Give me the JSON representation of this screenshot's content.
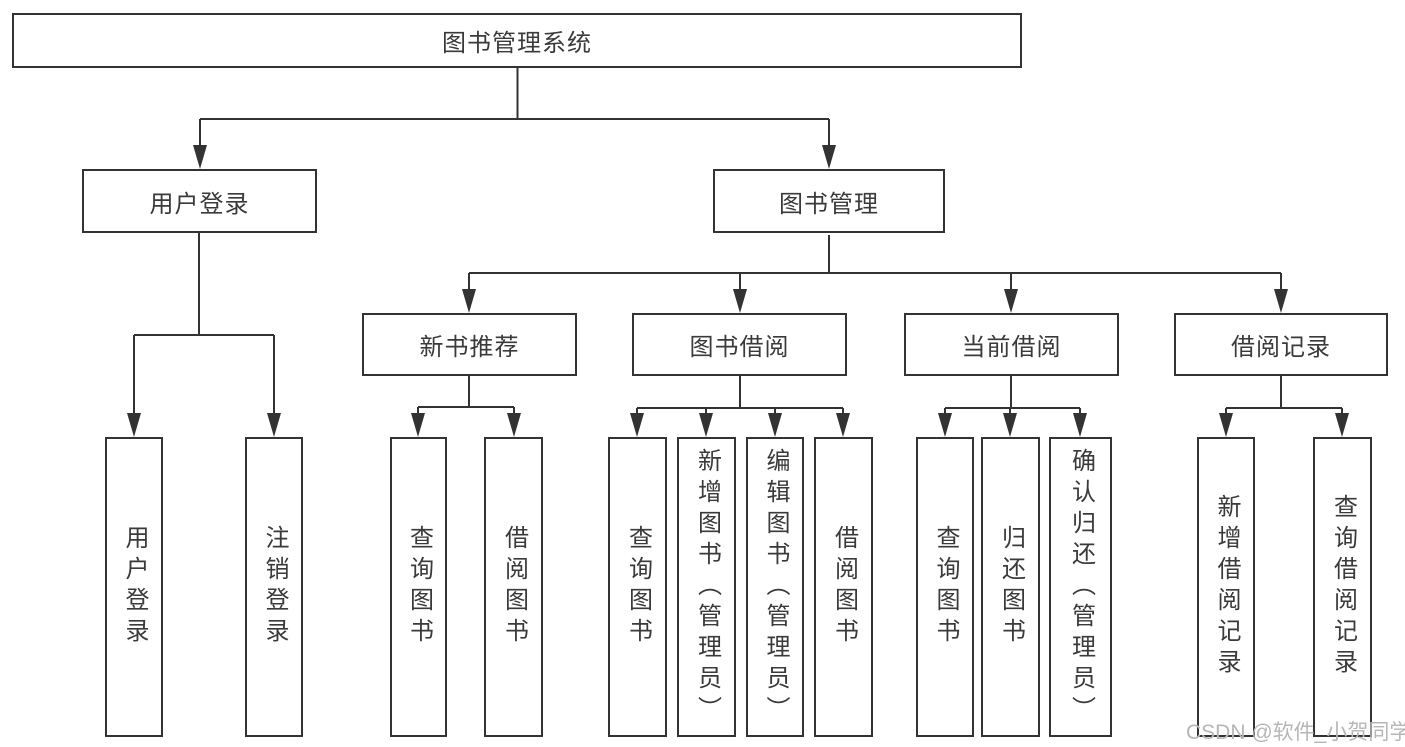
{
  "structure": {
    "root": "图书管理系统",
    "children": [
      {
        "label": "用户登录",
        "children": [
          "用户登录",
          "注销登录"
        ]
      },
      {
        "label": "图书管理",
        "children": [
          {
            "label": "新书推荐",
            "children": [
              "查询图书",
              "借阅图书"
            ]
          },
          {
            "label": "图书借阅",
            "children": [
              "查询图书",
              "新增图书（管理员）",
              "编辑图书（管理员）",
              "借阅图书"
            ]
          },
          {
            "label": "当前借阅",
            "children": [
              "查询图书",
              "归还图书",
              "确认归还（管理员）"
            ]
          },
          {
            "label": "借阅记录",
            "children": [
              "新增借阅记录",
              "查询借阅记录"
            ]
          }
        ]
      }
    ]
  },
  "watermark": "CSDN @软件_小贺同学",
  "colors": {
    "line": "#333333",
    "text": "#3a3a3a",
    "background": "#ffffff",
    "watermark": "#b6b6b6"
  }
}
